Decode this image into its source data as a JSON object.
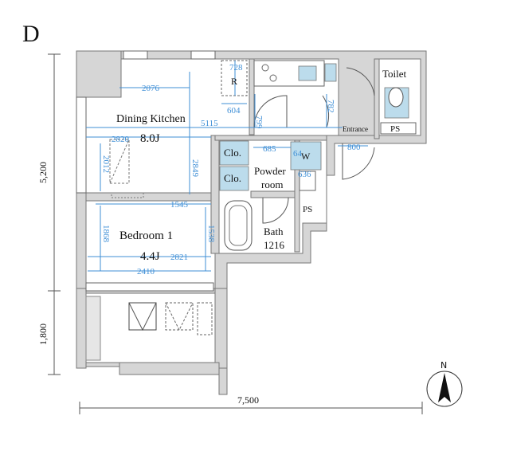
{
  "unit_label": "D",
  "rooms": {
    "dining_kitchen": "Dining Kitchen",
    "dining_kitchen_size": "8.0J",
    "bedroom": "Bedroom 1",
    "bedroom_size": "4.4J",
    "closet_1": "Clo.",
    "closet_2": "Clo.",
    "powder_1": "Powder",
    "powder_2": "room",
    "bath": "Bath",
    "bath_size": "1216",
    "toilet": "Toilet",
    "entrance": "Entrance",
    "ps_1": "PS",
    "ps_2": "PS",
    "refrigerator": "R",
    "washer": "W"
  },
  "dimensions": {
    "d2076": "2076",
    "d728": "728",
    "d604": "604",
    "d799": "799",
    "d782": "782",
    "d5115": "5115",
    "d2820": "2820",
    "d2012": "2012",
    "d2849": "2849",
    "d685": "685",
    "d64": "64",
    "d636": "636",
    "d800": "800",
    "d1545": "1545",
    "d1868": "1868",
    "d1538": "1538",
    "d2821": "2821",
    "d2410": "2410"
  },
  "overall": {
    "height_main": "5,200",
    "height_balcony": "1,800",
    "width_total": "7,500"
  },
  "compass": "N",
  "colors": {
    "dimension": "#3f8fd6",
    "wall": "#d6d6d6",
    "fixture": "#bcdcec"
  }
}
